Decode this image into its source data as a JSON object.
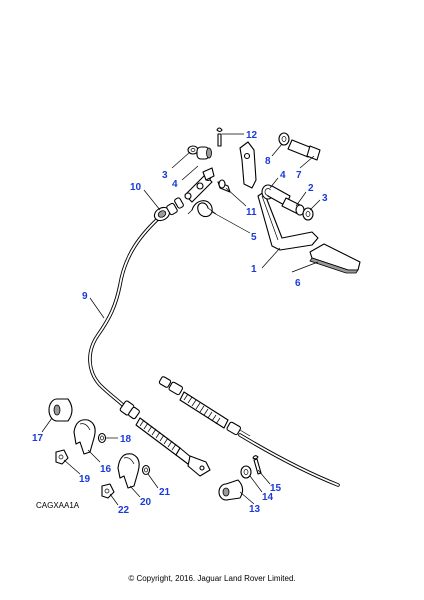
{
  "callouts": {
    "c1": "1",
    "c2": "2",
    "c3a": "3",
    "c3b": "3",
    "c4a": "4",
    "c4b": "4",
    "c5": "5",
    "c6": "6",
    "c7": "7",
    "c8": "8",
    "c9": "9",
    "c10": "10",
    "c11": "11",
    "c12": "12",
    "c13": "13",
    "c14": "14",
    "c15": "15",
    "c16": "16",
    "c17": "17",
    "c18": "18",
    "c19": "19",
    "c20": "20",
    "c21": "21",
    "c22": "22"
  },
  "diagram_code": "CAGXAA1A",
  "copyright": "© Copyright, 2016. Jaguar Land Rover Limited.",
  "colors": {
    "callout": "#1a3bd6",
    "line": "#000000",
    "background": "#ffffff"
  }
}
